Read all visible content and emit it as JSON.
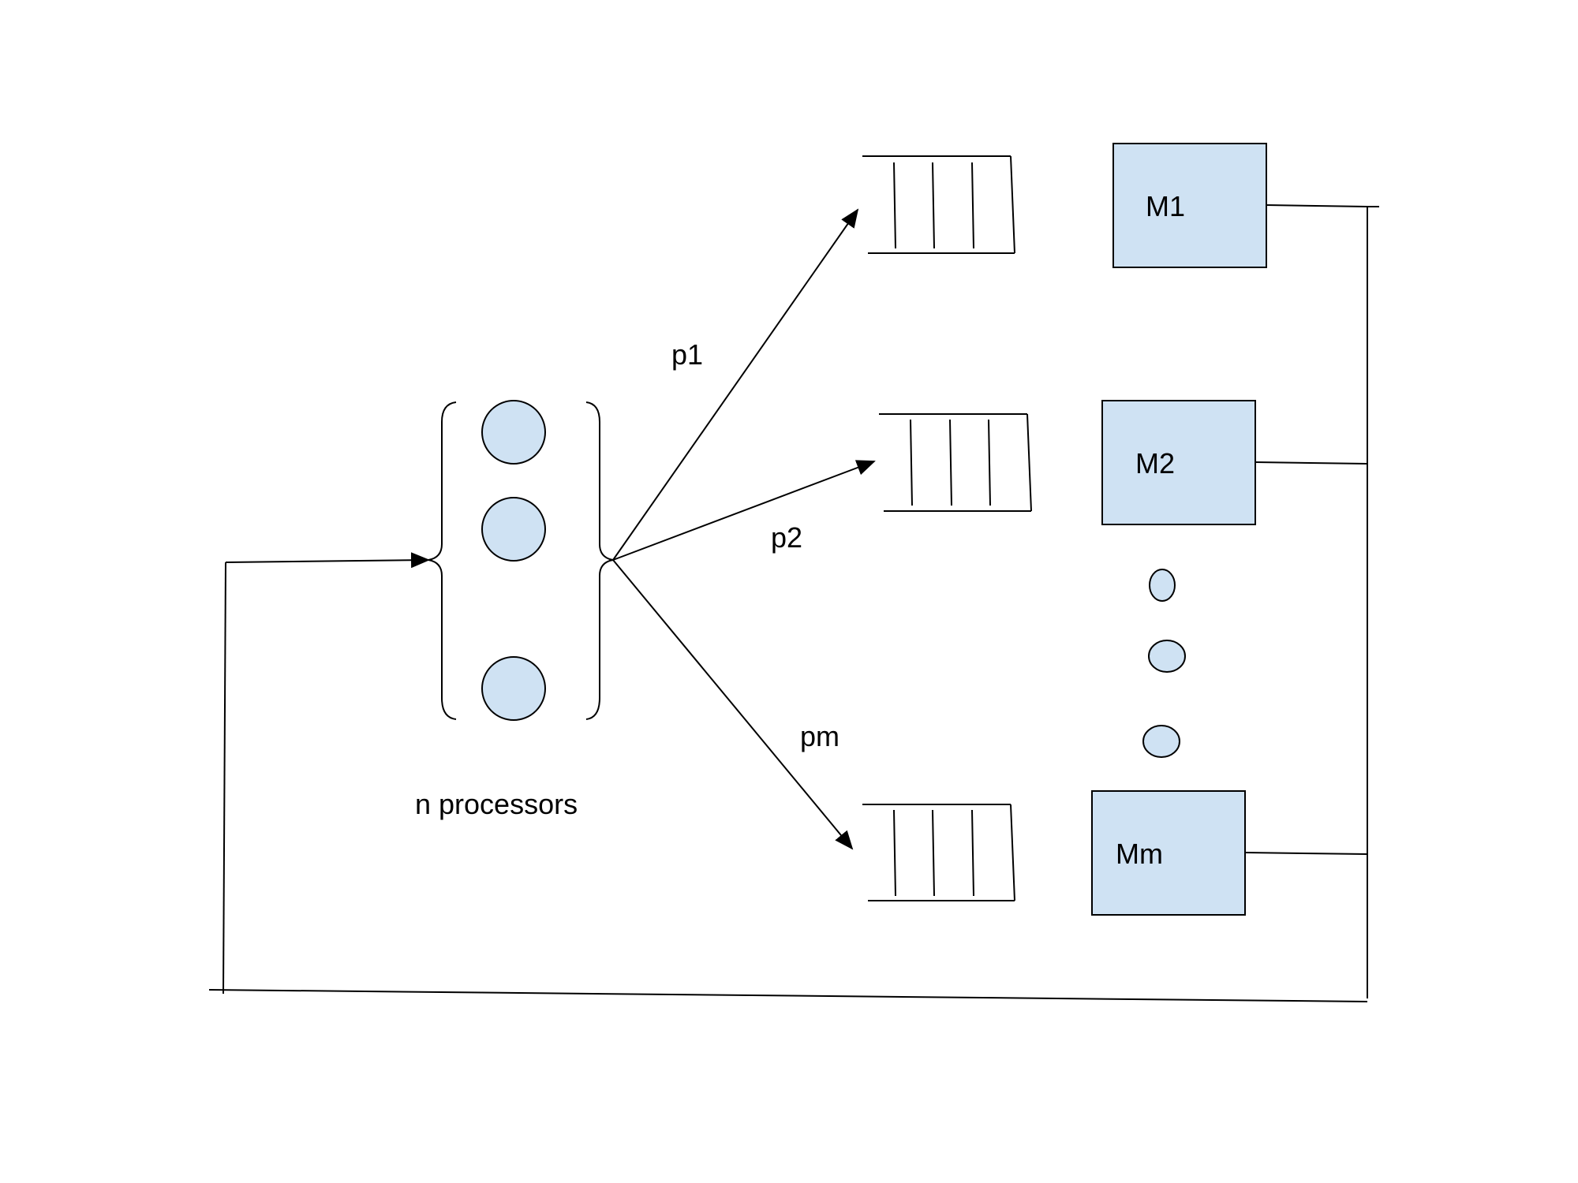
{
  "diagram": {
    "processors_label": "n processors",
    "probabilities": [
      "p1",
      "p2",
      "pm"
    ],
    "memories": [
      "M1",
      "M2",
      "Mm"
    ]
  },
  "colors": {
    "node_fill": "#cfe2f3",
    "stroke": "#000000",
    "background": "#ffffff"
  }
}
